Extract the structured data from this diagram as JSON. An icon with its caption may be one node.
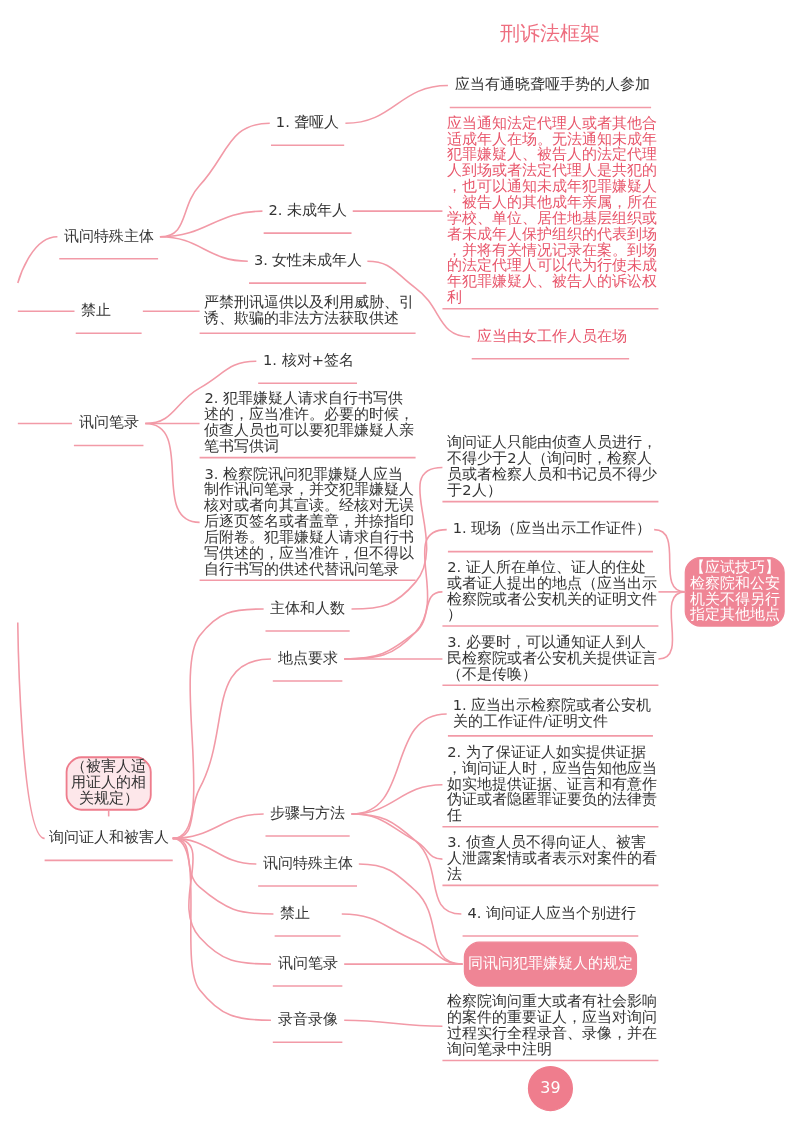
{
  "diagram": {
    "nodes": [
      {
        "text": [
          "讯问特殊主体"
        ]
      },
      {
        "text": [
          "1. 聋哑人"
        ]
      },
      {
        "text": [
          "应当有通晓聋哑手势的人参加"
        ]
      },
      {
        "text": [
          "2. 未成年人"
        ]
      },
      {
        "text": [
          "应当通知法定代理人或者其他合适成年人在场。无法通知未成年犯罪嫌疑人、被告人的法定代理人到场或者法定代理人是共犯的，也可以通知未成年犯罪嫌疑人、被告人的其他成年亲属，所在学校、单位、居住地基层组织或者未成年人保护组织的代表到场，并将有关情况记录在案。到场的法定代理人可以代为行使未成年犯罪嫌疑人、被告人的诉讼权利"
        ]
      },
      {
        "text": [
          "3. 女性未成年人"
        ]
      },
      {
        "text": [
          "应当由女工作人员在场"
        ]
      },
      {
        "text": [
          "禁止"
        ]
      },
      {
        "text": [
          "严禁刑讯逼供以及利用威胁、引诱、欺骗的非法方法获取供述"
        ]
      },
      {
        "text": [
          "讯问笔录"
        ]
      },
      {
        "text": [
          "1. 核对+签名"
        ]
      },
      {
        "text": [
          "2. 犯罪嫌疑人请求自行书写供述的，应当准许。必要的时候，侦查人员也可以要犯罪嫌疑人亲笔书写供词"
        ]
      },
      {
        "text": [
          "3. 检察院讯问犯罪嫌疑人应当制作讯问笔录，并交犯罪嫌疑人核对或者向其宣读。经核对无误后逐页签名或者盖章，并捺指印后附卷。犯罪嫌疑人请求自行书写供述的，应当准许，但不得以自行书写的供述代替讯问笔录"
        ]
      },
      {
        "text": [
          "（被害人适用证人的相关规定）"
        ]
      },
      {
        "text": [
          "询问证人和被害人"
        ]
      },
      {
        "text": [
          "主体和人数"
        ]
      },
      {
        "text": [
          "询问证人只能由侦查人员进行，不得少于2人（询问时，检察人员或者检察人员和书记员不得少于2人）"
        ]
      },
      {
        "text": [
          "地点要求"
        ]
      },
      {
        "text": [
          "1. 现场（应当出示工作证件）"
        ]
      },
      {
        "text": [
          "2. 证人所在单位、证人的住处或者证人提出的地点（应当出示检察院或者公安机关的证明文件）"
        ]
      },
      {
        "text": [
          "3. 必要时，可以通知证人到人民检察院或者公安机关提供证言（不是传唤）"
        ]
      },
      {
        "text": [
          "【应试技巧】",
          "检察院和公安机关不得另行指定其他地点"
        ]
      },
      {
        "text": [
          "步骤与方法"
        ]
      },
      {
        "text": [
          "1. 应当出示检察院或者公安机关的工作证件/证明文件"
        ]
      },
      {
        "text": [
          "2. 为了保证证人如实提供证据，询问证人时，应当告知他应当如实地提供证据、证言和有意作伪证或者隐匿罪证要负的法律责任"
        ]
      },
      {
        "text": [
          "3. 侦查人员不得向证人、被害人泄露案情或者表示对案件的看法"
        ]
      },
      {
        "text": [
          "4. 询问证人应当个别进行"
        ]
      },
      {
        "text": [
          "讯问特殊主体"
        ]
      },
      {
        "text": [
          "禁止"
        ]
      },
      {
        "text": [
          "讯问笔录"
        ]
      },
      {
        "text": [
          "同讯问犯罪嫌疑人的规定"
        ]
      },
      {
        "text": [
          "录音录像"
        ]
      },
      {
        "text": [
          "检察院询问重大或者有社会影响的案件的重要证人，应当对询问过程实行全程录音、录像，并在询问笔录中注明"
        ]
      }
    ],
    "edges": [
      {
        "from": null,
        "to": 0,
        "arrow": "none"
      },
      {
        "from": 0,
        "to": 1,
        "arrow": "none"
      },
      {
        "from": 1,
        "to": 2,
        "arrow": "none"
      },
      {
        "from": 0,
        "to": 3,
        "arrow": "none"
      },
      {
        "from": 3,
        "to": 4,
        "arrow": "none"
      },
      {
        "from": 0,
        "to": 5,
        "arrow": "none"
      },
      {
        "from": 5,
        "to": 6,
        "arrow": "none"
      },
      {
        "from": null,
        "to": 7,
        "arrow": "none"
      },
      {
        "from": 7,
        "to": 8,
        "arrow": "none"
      },
      {
        "from": null,
        "to": 9,
        "arrow": "none"
      },
      {
        "from": 9,
        "to": 10,
        "arrow": "none"
      },
      {
        "from": 9,
        "to": 11,
        "arrow": "none"
      },
      {
        "from": 9,
        "to": 12,
        "arrow": "none"
      },
      {
        "from": 13,
        "to": 14,
        "arrow": "none"
      },
      {
        "from": null,
        "to": 14,
        "arrow": "none"
      },
      {
        "from": 14,
        "to": 15,
        "arrow": "none"
      },
      {
        "from": 15,
        "to": 16,
        "arrow": "none"
      },
      {
        "from": 14,
        "to": 17,
        "arrow": "none"
      },
      {
        "from": 17,
        "to": 18,
        "arrow": "none"
      },
      {
        "from": 17,
        "to": 19,
        "arrow": "none"
      },
      {
        "from": 17,
        "to": 20,
        "arrow": "none"
      },
      {
        "from": 18,
        "to": 21,
        "arrow": "none"
      },
      {
        "from": 19,
        "to": 21,
        "arrow": "none"
      },
      {
        "from": 20,
        "to": 21,
        "arrow": "none"
      },
      {
        "from": 14,
        "to": 22,
        "arrow": "none"
      },
      {
        "from": 22,
        "to": 23,
        "arrow": "none"
      },
      {
        "from": 22,
        "to": 24,
        "arrow": "none"
      },
      {
        "from": 22,
        "to": 25,
        "arrow": "none"
      },
      {
        "from": 22,
        "to": 26,
        "arrow": "none"
      },
      {
        "from": 14,
        "to": 27,
        "arrow": "none"
      },
      {
        "from": 14,
        "to": 28,
        "arrow": "none"
      },
      {
        "from": 14,
        "to": 29,
        "arrow": "none"
      },
      {
        "from": 27,
        "to": 30,
        "arrow": "none"
      },
      {
        "from": 28,
        "to": 30,
        "arrow": "none"
      },
      {
        "from": 29,
        "to": 30,
        "arrow": "none"
      },
      {
        "from": 14,
        "to": 31,
        "arrow": "none"
      },
      {
        "from": 31,
        "to": 32,
        "arrow": "none"
      }
    ],
    "labels": [
      "刑诉法框架",
      "39"
    ]
  }
}
